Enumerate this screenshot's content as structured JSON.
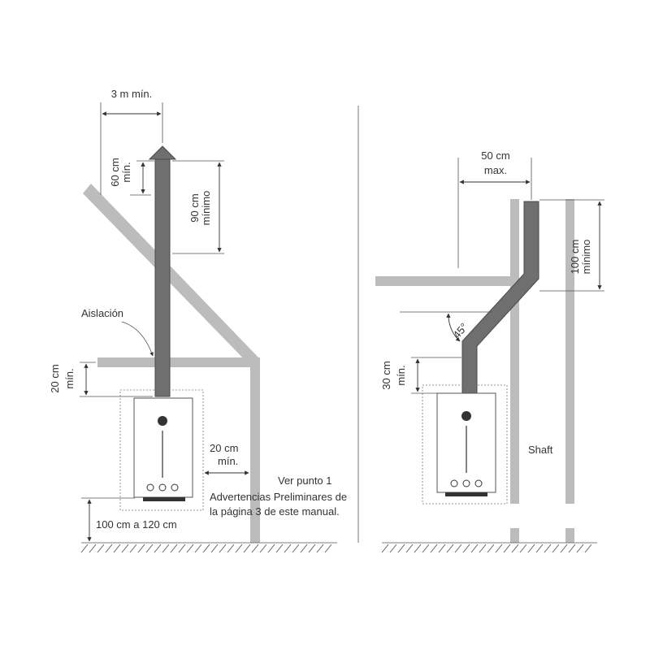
{
  "left": {
    "dim_top_width": "3 m mín.",
    "dim_chimney_height_a": "60 cm",
    "dim_chimney_height_b": "mín.",
    "dim_90_a": "90 cm",
    "dim_90_b": "mínimo",
    "aislacion": "Aislación",
    "dim_20_left_a": "20 cm",
    "dim_20_left_b": "mín.",
    "dim_20_right_a": "20 cm",
    "dim_20_right_b": "mín.",
    "dim_floor": "100 cm a 120 cm",
    "note_line1": "Ver punto 1",
    "note_line2": "Advertencias Preliminares de",
    "note_line3": "la página 3 de este manual."
  },
  "right": {
    "dim_50_a": "50 cm",
    "dim_50_b": "max.",
    "dim_100_a": "100 cm",
    "dim_100_b": "mínimo",
    "angle": "45°",
    "dim_30_a": "30 cm",
    "dim_30_b": "mín.",
    "shaft": "Shaft"
  },
  "colors": {
    "wall": "#bcbcbc",
    "pipe": "#6f6f6f",
    "line": "#333333"
  }
}
